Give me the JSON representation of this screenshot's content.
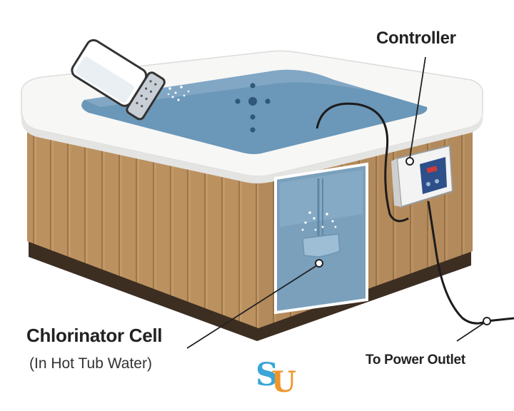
{
  "labels": {
    "controller": "Controller",
    "chlorinator_cell": "Chlorinator Cell",
    "chlorinator_cell_note": "(In Hot Tub Water)",
    "power_outlet": "To Power Outlet"
  },
  "logo": {
    "letter_1": "S",
    "letter_2": "U"
  },
  "colors": {
    "water": "#6b97b8",
    "water_light": "#8fb3cd",
    "shell_white": "#f7f7f5",
    "wood": "#b98f5e",
    "wood_dark": "#8c6a44",
    "base": "#3d2e22",
    "cable": "#1c1c1c",
    "logo_blue": "#3aa6d8",
    "logo_orange": "#f0952a",
    "text": "#222222"
  },
  "icons": [
    "salt-shaker-icon",
    "jet-icon",
    "controller-device-icon",
    "chlorinator-cell-icon",
    "logo-icon"
  ]
}
